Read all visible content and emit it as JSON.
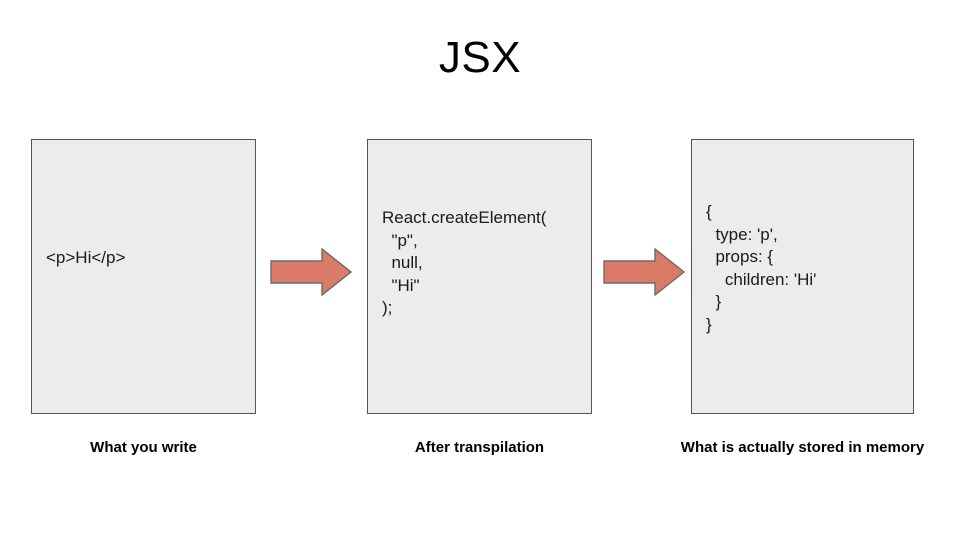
{
  "slide": {
    "title": "JSX",
    "background_color": "#ffffff",
    "box_fill_color": "#ececec",
    "box_border_color": "#555555",
    "arrow_fill_color": "#d97b68",
    "arrow_border_color": "#666666",
    "text_color": "#1a1a1a"
  },
  "stages": [
    {
      "id": "what-you-write",
      "code_lines": [
        "<p>Hi</p>"
      ],
      "caption": "What you write"
    },
    {
      "id": "after-transpilation",
      "code_lines": [
        "React.createElement(",
        "  \"p\",",
        "  null,",
        "  \"Hi\"",
        ");"
      ],
      "caption": "After transpilation"
    },
    {
      "id": "stored-in-memory",
      "code_lines": [
        "{",
        "  type: 'p',",
        "  props: {",
        "    children: 'Hi'",
        "  }",
        "}"
      ],
      "caption": "What is actually stored in memory"
    }
  ],
  "arrows": [
    {
      "id": "arrow-write-to-transpile",
      "direction": "right"
    },
    {
      "id": "arrow-transpile-to-memory",
      "direction": "right"
    }
  ]
}
